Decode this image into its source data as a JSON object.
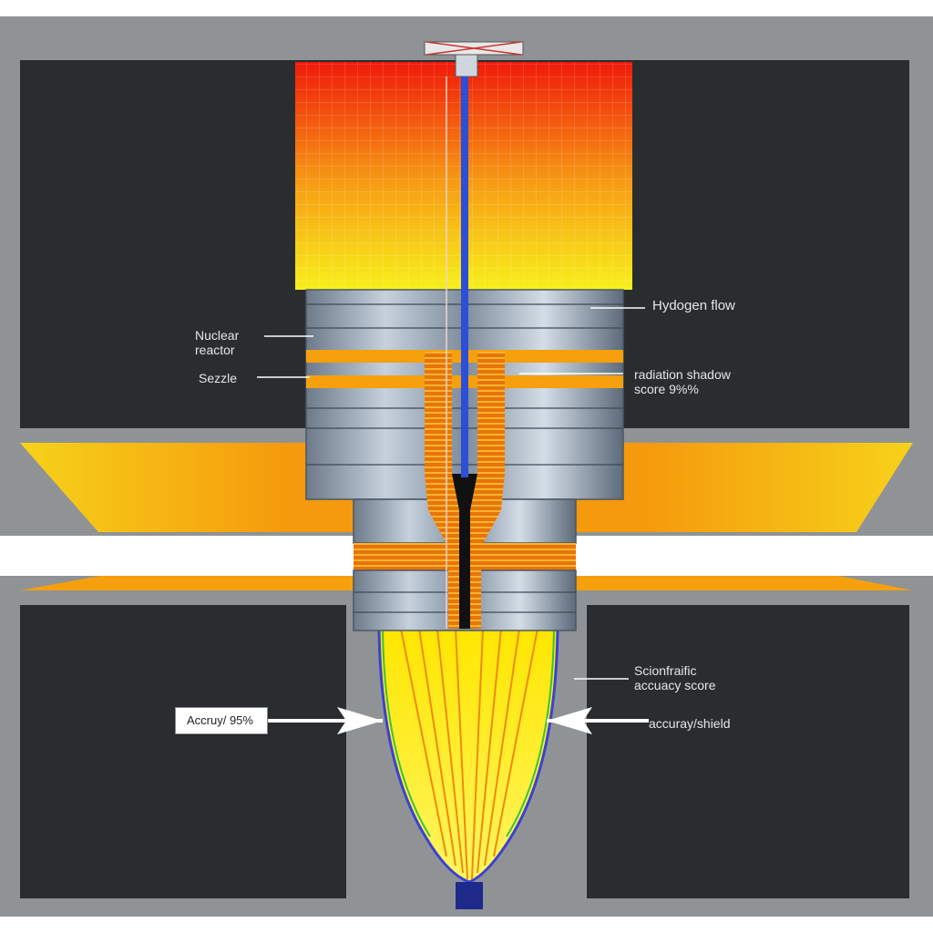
{
  "labels": {
    "nuclear_reactor": "Nuclear\nreactor",
    "sezzle": "Sezzle",
    "hydrogen_flow": "Hydogen flow",
    "radiation_shadow": "radiation shadow\nscore 9%%",
    "scientific_accuracy": "Scionfraific\naccuacy score",
    "accuracy_95": "Accruy/ 95%",
    "accuracy_shield": "accuray/shield"
  },
  "colors": {
    "frame_gray": "#8f9396",
    "panel_dark": "#2a2d30",
    "reactor_red": "#f01a0a",
    "reactor_yellow": "#f7e81b",
    "band_orange": "#f59a0c",
    "metal": "#9aa8b8",
    "fuel_blue": "#2c4fd6",
    "plume_yellow": "#fff200"
  }
}
